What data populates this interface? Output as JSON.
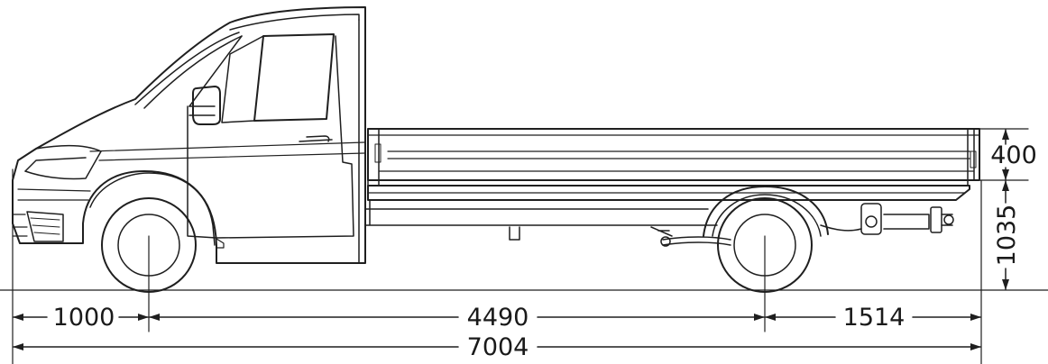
{
  "dimensions": {
    "front_overhang": "1000",
    "wheelbase": "4490",
    "rear_overhang": "1514",
    "overall_length": "7004",
    "platform_side_height": "400",
    "platform_floor_height": "1035"
  },
  "colors": {
    "line": "#1f1f1f",
    "background": "#ffffff"
  }
}
